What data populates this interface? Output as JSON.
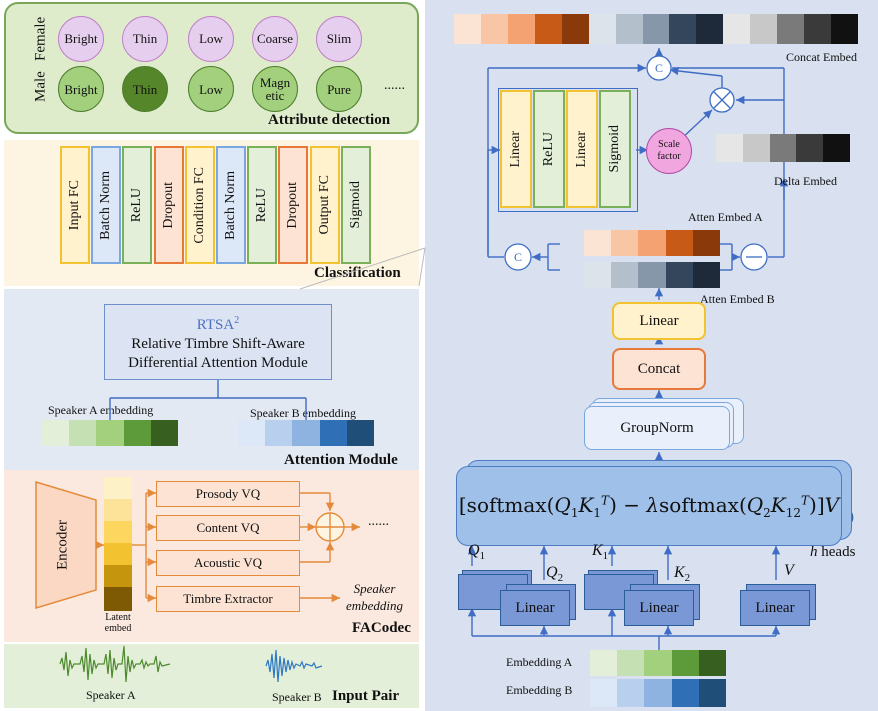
{
  "colors": {
    "green_panel": "#dfeccb",
    "yellow_panel": "#fdf5e1",
    "blue_panel": "#e3e9f3",
    "orange_panel": "#fbe9df",
    "green_input": "#e3efd9",
    "right_panel": "#d9e1f0",
    "attr_female_fill": "#e6cfee",
    "attr_male_fill": "#a3d07c",
    "attr_male_dark": "#55862a",
    "linear_box": "#fff2cc",
    "concat_box": "#fde3d3",
    "groupnorm_box": "#eaf0fb",
    "attn_box": "#9fc0e8",
    "linear_blue": "#7a97d6"
  },
  "attribute_detection": {
    "row_label_female": "Female",
    "row_label_male": "Male",
    "female": [
      "Bright",
      "Thin",
      "Low",
      "Coarse",
      "Slim"
    ],
    "male": [
      "Bright",
      "Thin",
      "Low",
      "Magn\netic",
      "Pure"
    ],
    "ellipsis": "......",
    "title": "Attribute detection"
  },
  "classification": {
    "layers": [
      "Input FC",
      "Batch Norm",
      "ReLU",
      "Dropout",
      "Condition FC",
      "Batch Norm",
      "ReLU",
      "Dropout",
      "Output FC",
      "Sigmoid"
    ],
    "title": "Classification"
  },
  "attention_module": {
    "rtsa_name": "RTSA",
    "rtsa_sup": "2",
    "line1": "Relative Timbre Shift-Aware",
    "line2": "Differential Attention Module",
    "speaker_a_label": "Speaker A embedding",
    "speaker_b_label": "Speaker B embedding",
    "title": "Attention Module"
  },
  "facodec": {
    "encoder": "Encoder",
    "latent_label": "Latent\nembed",
    "vq_boxes": [
      "Prosody VQ",
      "Content VQ",
      "Acoustic VQ",
      "Timbre Extractor"
    ],
    "ellipsis": "......",
    "speaker_embedding": "Speaker\nembedding",
    "title": "FACodec"
  },
  "input_pair": {
    "speaker_a": "Speaker A",
    "speaker_b": "Speaker B",
    "title": "Input Pair"
  },
  "right_diagram": {
    "concat_embed": "Concat Embed",
    "gate_layers": [
      "Linear",
      "ReLU",
      "Linear",
      "Sigmoid"
    ],
    "scale_factor": "Scale\nfactor",
    "delta_embed": "Delta Embed",
    "atten_embed_a": "Atten Embed A",
    "atten_embed_b": "Atten Embed B",
    "concat_symbol": "C",
    "linear": "Linear",
    "concat": "Concat",
    "groupnorm": "GroupNorm",
    "heads": "heads",
    "h": "h",
    "q1": "Q",
    "q1_sub": "1",
    "q2": "Q",
    "q2_sub": "2",
    "k1": "K",
    "k1_sub": "1",
    "k2": "K",
    "k2_sub": "2",
    "v": "V",
    "embedding_a": "Embedding A",
    "embedding_b": "Embedding B"
  }
}
